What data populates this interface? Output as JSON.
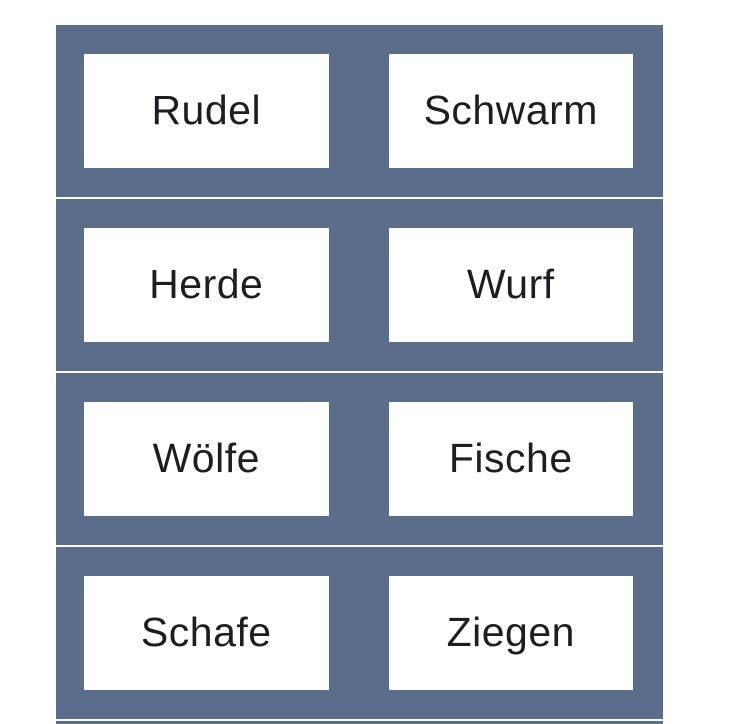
{
  "table": {
    "rows": [
      {
        "cards": [
          {
            "label": "Rudel"
          },
          {
            "label": "Schwarm"
          }
        ]
      },
      {
        "cards": [
          {
            "label": "Herde"
          },
          {
            "label": "Wurf"
          }
        ]
      },
      {
        "cards": [
          {
            "label": "Wölfe"
          },
          {
            "label": "Fische"
          }
        ]
      },
      {
        "cards": [
          {
            "label": "Schafe"
          },
          {
            "label": "Ziegen"
          }
        ]
      }
    ],
    "partial_fifth_row_visible": true
  },
  "colors": {
    "row_bg": "#5a6e8c",
    "card_bg": "#ffffff",
    "text": "#1e1e22",
    "page_bg": "#ffffff"
  }
}
